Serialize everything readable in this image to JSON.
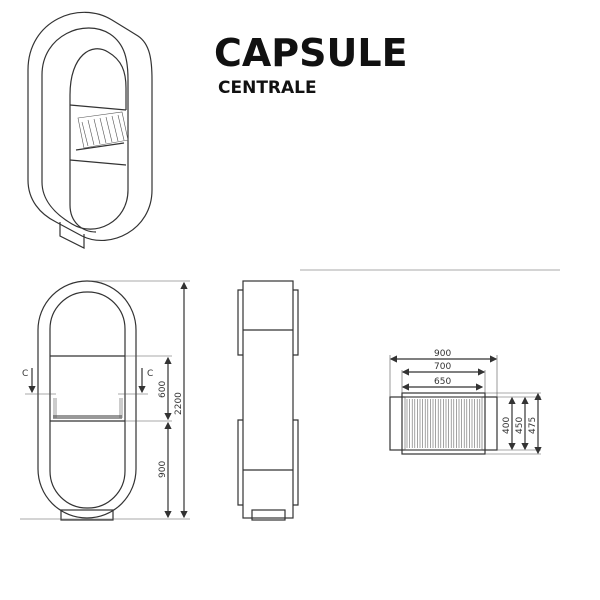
{
  "title": "CAPSULE",
  "subtitle": "CENTRALE",
  "front_view": {
    "section_marker_left": "C",
    "section_marker_right": "C",
    "dim_total_height": "2200",
    "dim_opening_height": "600",
    "dim_base_height": "900"
  },
  "plan_view": {
    "dim_outer_width": "900",
    "dim_middle_width": "700",
    "dim_inner_width": "650",
    "dim_depth_inner": "400",
    "dim_depth_middle": "450",
    "dim_depth_outer": "475"
  }
}
